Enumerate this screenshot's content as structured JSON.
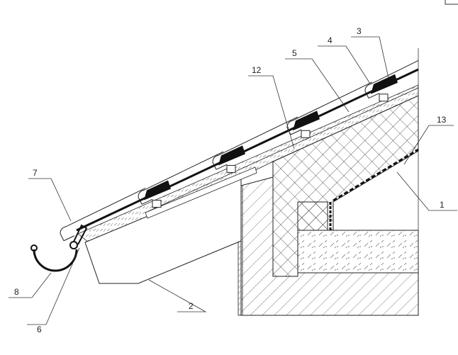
{
  "drawing": {
    "title": "Roof eave section detail",
    "labels": {
      "l1": "1",
      "l2": "2",
      "l3": "3",
      "l4": "4",
      "l5": "5",
      "l6": "6",
      "l7": "7",
      "l8": "8",
      "l12": "12",
      "l13": "13"
    }
  },
  "colors": {
    "line": "#222222",
    "background": "#ffffff"
  }
}
